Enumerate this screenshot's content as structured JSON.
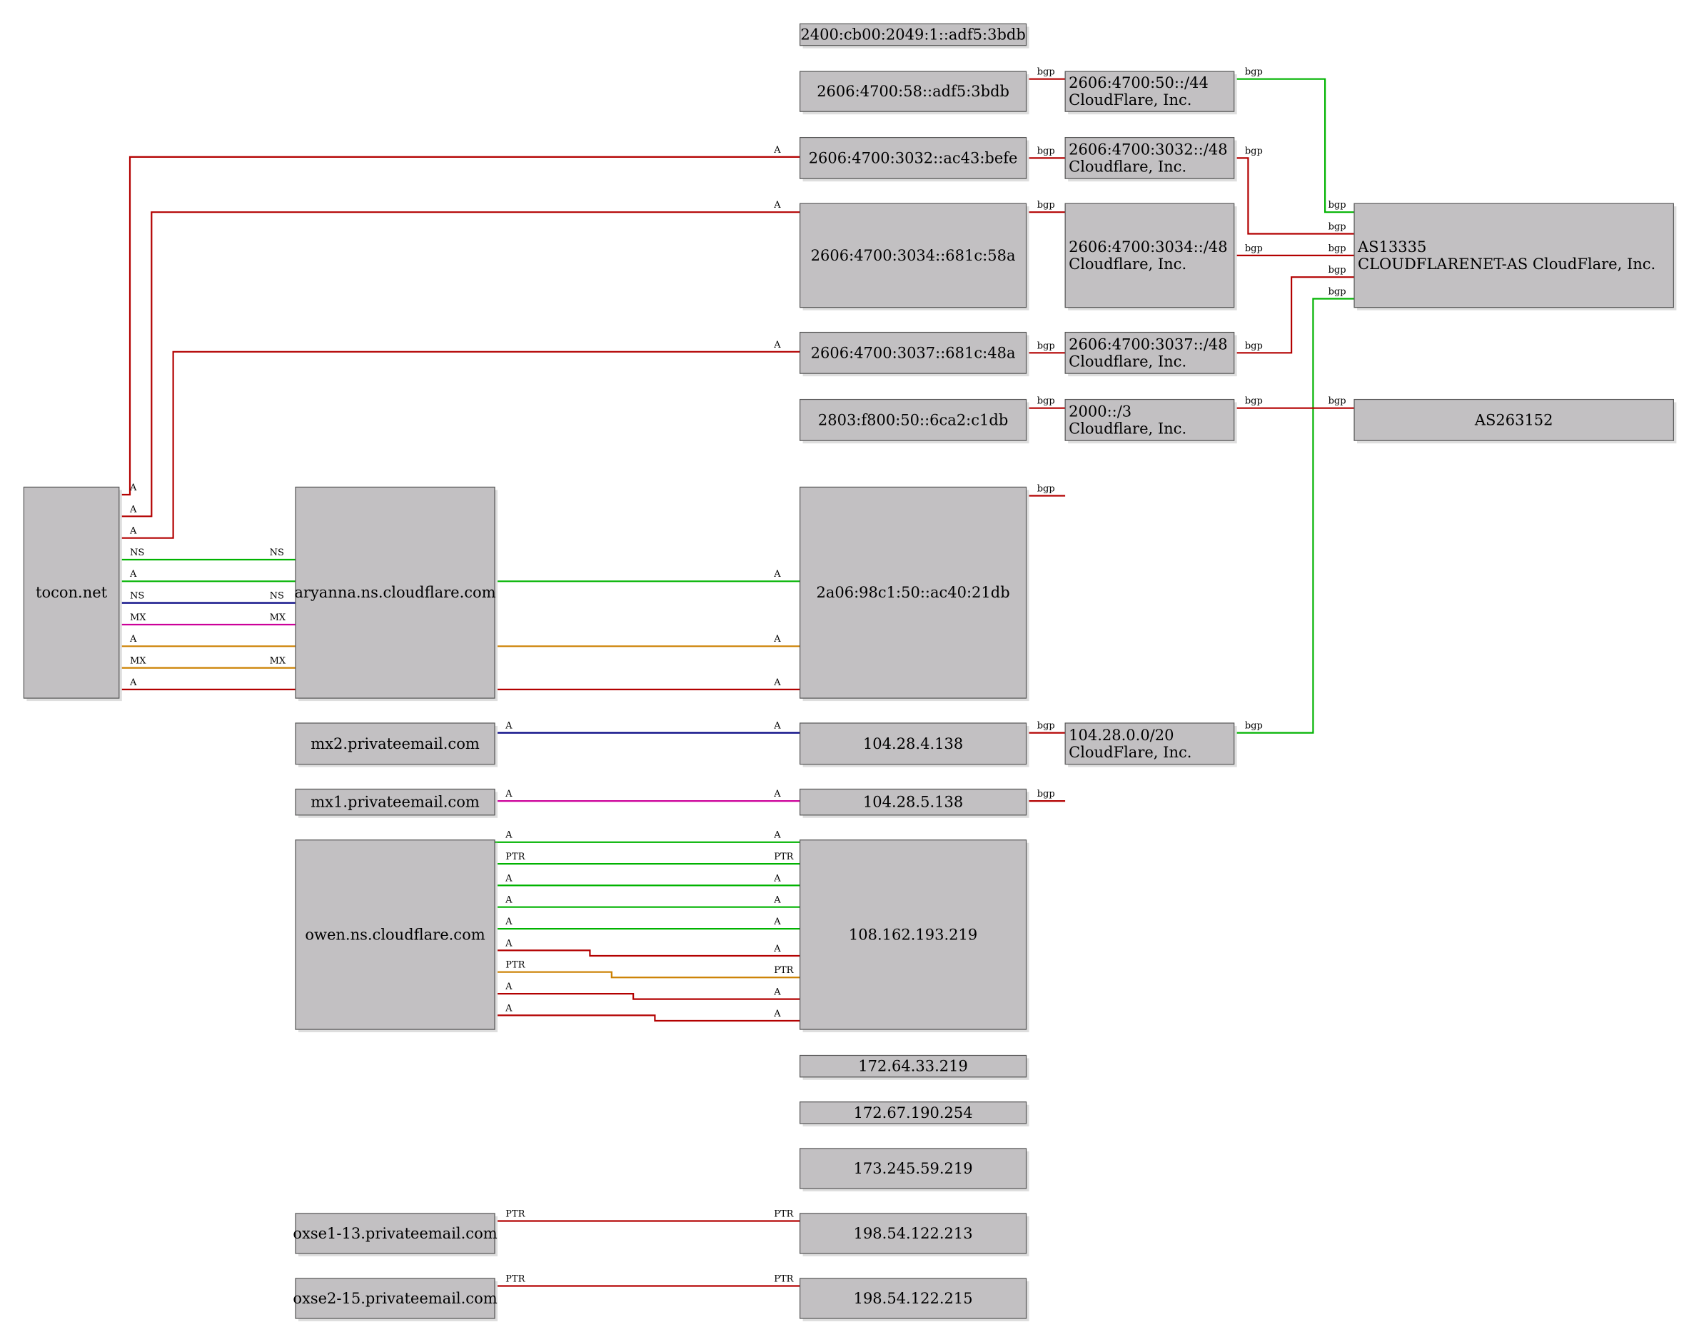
{
  "nodes": [
    {
      "id": "tocon",
      "lines": [
        "tocon.net"
      ]
    },
    {
      "id": "aryanna",
      "lines": [
        "aryanna.ns.cloudflare.com"
      ]
    },
    {
      "id": "mx2",
      "lines": [
        "mx2.privateemail.com"
      ]
    },
    {
      "id": "mx1",
      "lines": [
        "mx1.privateemail.com"
      ]
    },
    {
      "id": "owen",
      "lines": [
        "owen.ns.cloudflare.com"
      ]
    },
    {
      "id": "oxse1",
      "lines": [
        "oxse1-13.privateemail.com"
      ]
    },
    {
      "id": "oxse2",
      "lines": [
        "oxse2-15.privateemail.com"
      ]
    },
    {
      "id": "ip_2400",
      "lines": [
        "2400:cb00:2049:1::adf5:3bdb"
      ]
    },
    {
      "id": "ip_2606_58",
      "lines": [
        "2606:4700:58::adf5:3bdb"
      ]
    },
    {
      "id": "ip_3032",
      "lines": [
        "2606:4700:3032::ac43:befe"
      ]
    },
    {
      "id": "ip_3034",
      "lines": [
        "2606:4700:3034::681c:58a"
      ]
    },
    {
      "id": "ip_3037",
      "lines": [
        "2606:4700:3037::681c:48a"
      ]
    },
    {
      "id": "ip_2803",
      "lines": [
        "2803:f800:50::6ca2:c1db"
      ]
    },
    {
      "id": "ip_2a06",
      "lines": [
        "2a06:98c1:50::ac40:21db"
      ]
    },
    {
      "id": "ip_104_4",
      "lines": [
        "104.28.4.138"
      ]
    },
    {
      "id": "ip_104_5",
      "lines": [
        "104.28.5.138"
      ]
    },
    {
      "id": "ip_108",
      "lines": [
        "108.162.193.219"
      ]
    },
    {
      "id": "ip_172_64",
      "lines": [
        "172.64.33.219"
      ]
    },
    {
      "id": "ip_172_67",
      "lines": [
        "172.67.190.254"
      ]
    },
    {
      "id": "ip_173",
      "lines": [
        "173.245.59.219"
      ]
    },
    {
      "id": "ip_198_213",
      "lines": [
        "198.54.122.213"
      ]
    },
    {
      "id": "ip_198_215",
      "lines": [
        "198.54.122.215"
      ]
    },
    {
      "id": "pfx_50",
      "lines": [
        "2606:4700:50::/44",
        "CloudFlare, Inc."
      ]
    },
    {
      "id": "pfx_3032",
      "lines": [
        "2606:4700:3032::/48",
        "Cloudflare, Inc."
      ]
    },
    {
      "id": "pfx_3034",
      "lines": [
        "2606:4700:3034::/48",
        "Cloudflare, Inc."
      ]
    },
    {
      "id": "pfx_3037",
      "lines": [
        "2606:4700:3037::/48",
        "Cloudflare, Inc."
      ]
    },
    {
      "id": "pfx_2000",
      "lines": [
        "2000::/3",
        "Cloudflare, Inc."
      ]
    },
    {
      "id": "pfx_104",
      "lines": [
        "104.28.0.0/20",
        "CloudFlare, Inc."
      ]
    },
    {
      "id": "as13335",
      "lines": [
        "AS13335",
        "CLOUDFLARENET-AS CloudFlare, Inc."
      ]
    },
    {
      "id": "as263152",
      "lines": [
        "AS263152"
      ]
    }
  ],
  "edges": [
    {
      "from": "tocon",
      "to": "ip_3032",
      "label": "A",
      "target_label": "A",
      "color": "#b30000"
    },
    {
      "from": "tocon",
      "to": "ip_3034",
      "label": "A",
      "target_label": "A",
      "color": "#b30000"
    },
    {
      "from": "tocon",
      "to": "ip_3037",
      "label": "A",
      "target_label": "A",
      "color": "#b30000"
    },
    {
      "from": "tocon",
      "to": "aryanna",
      "label": "NS",
      "target_label": "NS",
      "color": "#00b300"
    },
    {
      "from": "tocon",
      "to": "ip_172_67",
      "label": "A",
      "target_label": "A",
      "color": "#00b300"
    },
    {
      "from": "tocon",
      "to": "owen",
      "label": "NS",
      "target_label": "NS",
      "color": "#000080"
    },
    {
      "from": "tocon",
      "to": "mx1",
      "label": "MX",
      "target_label": "MX",
      "color": "#cc0099"
    },
    {
      "from": "tocon",
      "to": "ip_104_5",
      "label": "A",
      "target_label": "A",
      "color": "#cc8000"
    },
    {
      "from": "tocon",
      "to": "mx2",
      "label": "MX",
      "target_label": "MX",
      "color": "#cc8000"
    },
    {
      "from": "tocon",
      "to": "ip_104_4",
      "label": "A",
      "target_label": "A",
      "color": "#b30000"
    },
    {
      "from": "mx2",
      "to": "ip_198_215",
      "label": "A",
      "target_label": "A",
      "color": "#000080"
    },
    {
      "from": "mx1",
      "to": "ip_198_213",
      "label": "A",
      "target_label": "A",
      "color": "#cc0099"
    },
    {
      "from": "owen",
      "to": "ip_2400",
      "label": "A",
      "target_label": "A",
      "color": "#00b300"
    },
    {
      "from": "owen",
      "to": "ip_2606_58",
      "label": "PTR",
      "target_label": "PTR",
      "color": "#00b300"
    },
    {
      "from": "owen",
      "to": "ip_2606_58",
      "label": "A",
      "target_label": "A",
      "color": "#00b300"
    },
    {
      "from": "owen",
      "to": "ip_2803",
      "label": "A",
      "target_label": "A",
      "color": "#00b300"
    },
    {
      "from": "owen",
      "to": "ip_2a06",
      "label": "A",
      "target_label": "A",
      "color": "#00b300"
    },
    {
      "from": "owen",
      "to": "ip_108",
      "label": "A",
      "target_label": "A",
      "color": "#b30000"
    },
    {
      "from": "owen",
      "to": "ip_173",
      "label": "PTR",
      "target_label": "PTR",
      "color": "#cc8000"
    },
    {
      "from": "owen",
      "to": "ip_173",
      "label": "A",
      "target_label": "A",
      "color": "#b30000"
    },
    {
      "from": "owen",
      "to": "ip_172_64",
      "label": "A",
      "target_label": "A",
      "color": "#b30000"
    },
    {
      "from": "oxse1",
      "to": "ip_198_213",
      "label": "PTR",
      "target_label": "PTR",
      "color": "#b30000"
    },
    {
      "from": "oxse2",
      "to": "ip_198_215",
      "label": "PTR",
      "target_label": "PTR",
      "color": "#b30000"
    },
    {
      "from": "ip_2606_58",
      "to": "pfx_50",
      "label": "bgp",
      "target_label": "",
      "color": "#b30000"
    },
    {
      "from": "ip_3032",
      "to": "pfx_3032",
      "label": "bgp",
      "target_label": "",
      "color": "#b30000"
    },
    {
      "from": "ip_3034",
      "to": "pfx_3034",
      "label": "bgp",
      "target_label": "",
      "color": "#b30000"
    },
    {
      "from": "ip_3037",
      "to": "pfx_3037",
      "label": "bgp",
      "target_label": "",
      "color": "#b30000"
    },
    {
      "from": "ip_2803",
      "to": "pfx_2000",
      "label": "bgp",
      "target_label": "",
      "color": "#b30000"
    },
    {
      "from": "ip_2a06",
      "to": "pfx_2000",
      "label": "bgp",
      "target_label": "",
      "color": "#b30000"
    },
    {
      "from": "ip_104_4",
      "to": "pfx_104",
      "label": "bgp",
      "target_label": "",
      "color": "#b30000"
    },
    {
      "from": "ip_104_5",
      "to": "pfx_104",
      "label": "bgp",
      "target_label": "",
      "color": "#b30000"
    },
    {
      "from": "pfx_50",
      "to": "as13335",
      "label": "bgp",
      "target_label": "bgp",
      "color": "#00b300"
    },
    {
      "from": "pfx_3032",
      "to": "as13335",
      "label": "bgp",
      "target_label": "bgp",
      "color": "#b30000"
    },
    {
      "from": "pfx_3034",
      "to": "as13335",
      "label": "bgp",
      "target_label": "bgp",
      "color": "#b30000"
    },
    {
      "from": "pfx_3037",
      "to": "as13335",
      "label": "bgp",
      "target_label": "bgp",
      "color": "#b30000"
    },
    {
      "from": "pfx_104",
      "to": "as13335",
      "label": "bgp",
      "target_label": "bgp",
      "color": "#00b300"
    },
    {
      "from": "pfx_2000",
      "to": "as263152",
      "label": "bgp",
      "target_label": "bgp",
      "color": "#b30000"
    }
  ]
}
